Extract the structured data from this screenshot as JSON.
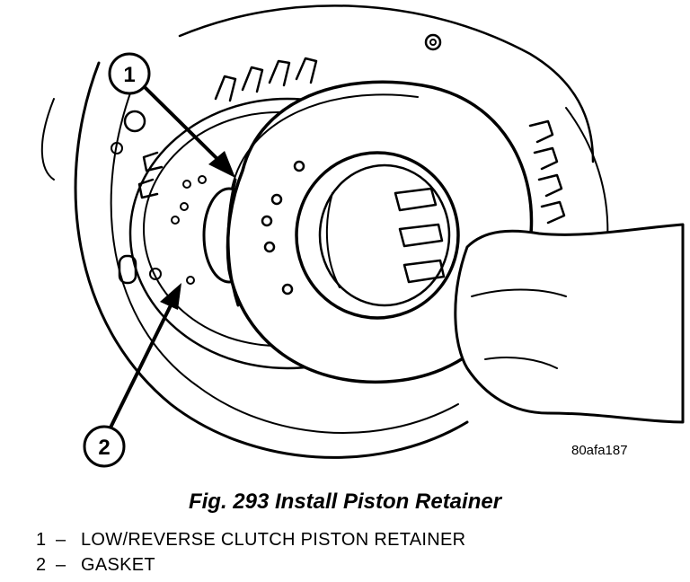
{
  "figure": {
    "code": "80afa187",
    "caption": "Fig. 293 Install Piston Retainer"
  },
  "callouts": [
    {
      "number": "1"
    },
    {
      "number": "2"
    }
  ],
  "legend": [
    {
      "number": "1",
      "dash": "–",
      "label": "LOW/REVERSE CLUTCH PISTON RETAINER"
    },
    {
      "number": "2",
      "dash": "–",
      "label": "GASKET"
    }
  ]
}
